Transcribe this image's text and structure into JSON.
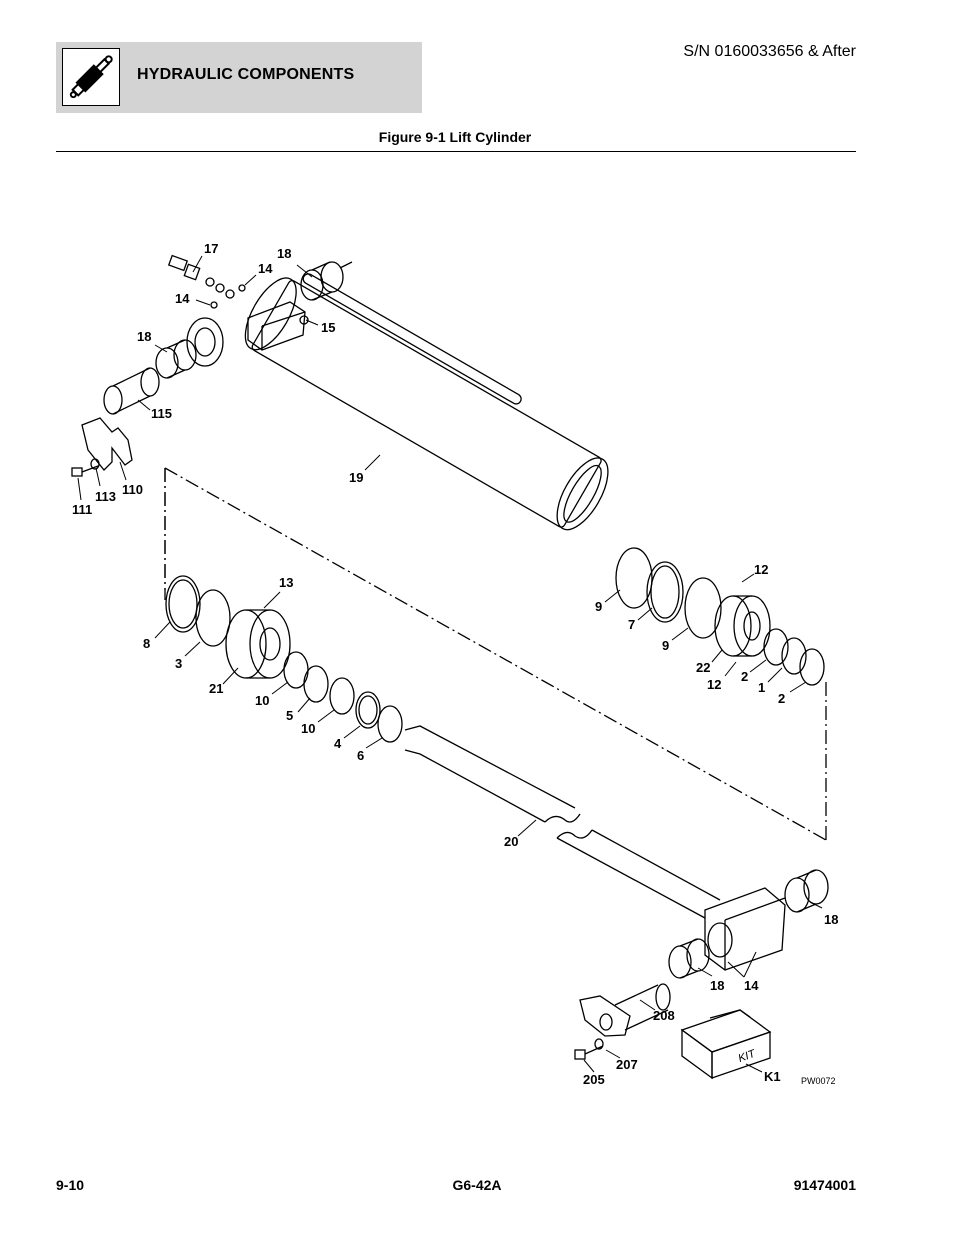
{
  "header": {
    "section_title": "HYDRAULIC COMPONENTS",
    "serial": "S/N 0160033656 & After",
    "icon": "hydraulic-cylinder-icon"
  },
  "figure": {
    "title": "Figure 9-1 Lift Cylinder",
    "drawing_code": "PW0072",
    "kit_text": "KIT",
    "callouts": [
      "17",
      "18",
      "14",
      "14",
      "15",
      "18",
      "115",
      "19",
      "110",
      "113",
      "111",
      "13",
      "12",
      "8",
      "9",
      "7",
      "3",
      "9",
      "21",
      "22",
      "12",
      "2",
      "1",
      "2",
      "10",
      "5",
      "10",
      "4",
      "6",
      "20",
      "18",
      "18",
      "14",
      "208",
      "207",
      "205",
      "K1"
    ]
  },
  "footer": {
    "page": "9-10",
    "model": "G6-42A",
    "doc_number": "91474001"
  }
}
